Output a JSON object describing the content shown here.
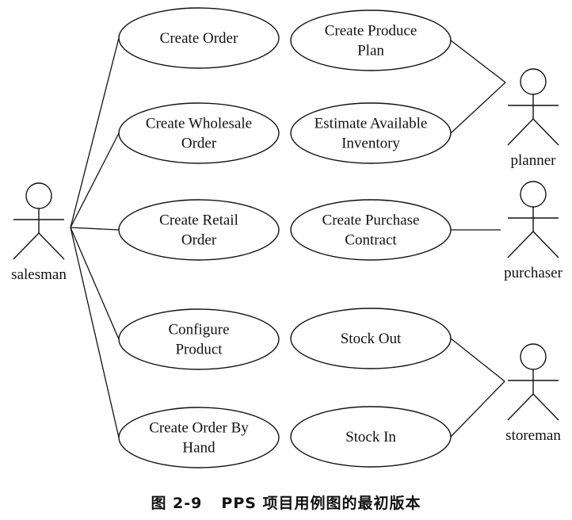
{
  "diagram": {
    "type": "use-case",
    "actors": [
      {
        "id": "salesman",
        "label": "salesman"
      },
      {
        "id": "planner",
        "label": "planner"
      },
      {
        "id": "purchaser",
        "label": "purchaser"
      },
      {
        "id": "storeman",
        "label": "storeman"
      }
    ],
    "use_cases": [
      {
        "id": "create-order",
        "lines": [
          "Create Order"
        ]
      },
      {
        "id": "create-wholesale-order",
        "lines": [
          "Create Wholesale",
          "Order"
        ]
      },
      {
        "id": "create-retail-order",
        "lines": [
          "Create Retail",
          "Order"
        ]
      },
      {
        "id": "configure-product",
        "lines": [
          "Configure",
          "Product"
        ]
      },
      {
        "id": "create-order-by-hand",
        "lines": [
          "Create Order By",
          "Hand"
        ]
      },
      {
        "id": "create-produce-plan",
        "lines": [
          "Create Produce",
          "Plan"
        ]
      },
      {
        "id": "estimate-available-inventory",
        "lines": [
          "Estimate Available",
          "Inventory"
        ]
      },
      {
        "id": "create-purchase-contract",
        "lines": [
          "Create Purchase",
          "Contract"
        ]
      },
      {
        "id": "stock-out",
        "lines": [
          "Stock Out"
        ]
      },
      {
        "id": "stock-in",
        "lines": [
          "Stock In"
        ]
      }
    ],
    "associations": [
      [
        "salesman",
        "create-order"
      ],
      [
        "salesman",
        "create-wholesale-order"
      ],
      [
        "salesman",
        "create-retail-order"
      ],
      [
        "salesman",
        "configure-product"
      ],
      [
        "salesman",
        "create-order-by-hand"
      ],
      [
        "planner",
        "create-produce-plan"
      ],
      [
        "planner",
        "estimate-available-inventory"
      ],
      [
        "purchaser",
        "create-purchase-contract"
      ],
      [
        "storeman",
        "stock-out"
      ],
      [
        "storeman",
        "stock-in"
      ]
    ]
  },
  "caption": {
    "figure_number": "图 2-9",
    "text": "PPS 项目用例图的最初版本"
  },
  "colors": {
    "stroke": "#111111",
    "background": "#ffffff"
  }
}
